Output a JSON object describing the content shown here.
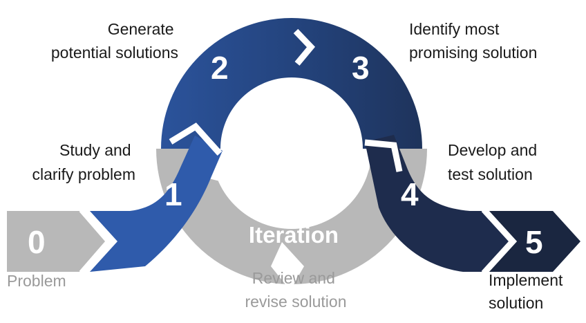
{
  "diagram": {
    "colors": {
      "gray": "#b8b8b8",
      "gray_text": "#9a9a9a",
      "dark_text": "#1a1a1a",
      "blue_light": "#2f5bab",
      "blue_dark": "#1a2640",
      "white": "#ffffff"
    },
    "steps": [
      {
        "number": "0",
        "label_lines": [
          "Problem"
        ]
      },
      {
        "number": "1",
        "label_lines": [
          "Study and",
          "clarify problem"
        ]
      },
      {
        "number": "2",
        "label_lines": [
          "Generate",
          "potential solutions"
        ]
      },
      {
        "number": "3",
        "label_lines": [
          "Identify most",
          "promising solution"
        ]
      },
      {
        "number": "4",
        "label_lines": [
          "Develop and",
          "test solution"
        ]
      },
      {
        "number": "5",
        "label_lines": [
          "Implement",
          "solution"
        ]
      }
    ],
    "iteration": {
      "title": "Iteration",
      "label_lines": [
        "Review and",
        "revise solution"
      ]
    }
  }
}
